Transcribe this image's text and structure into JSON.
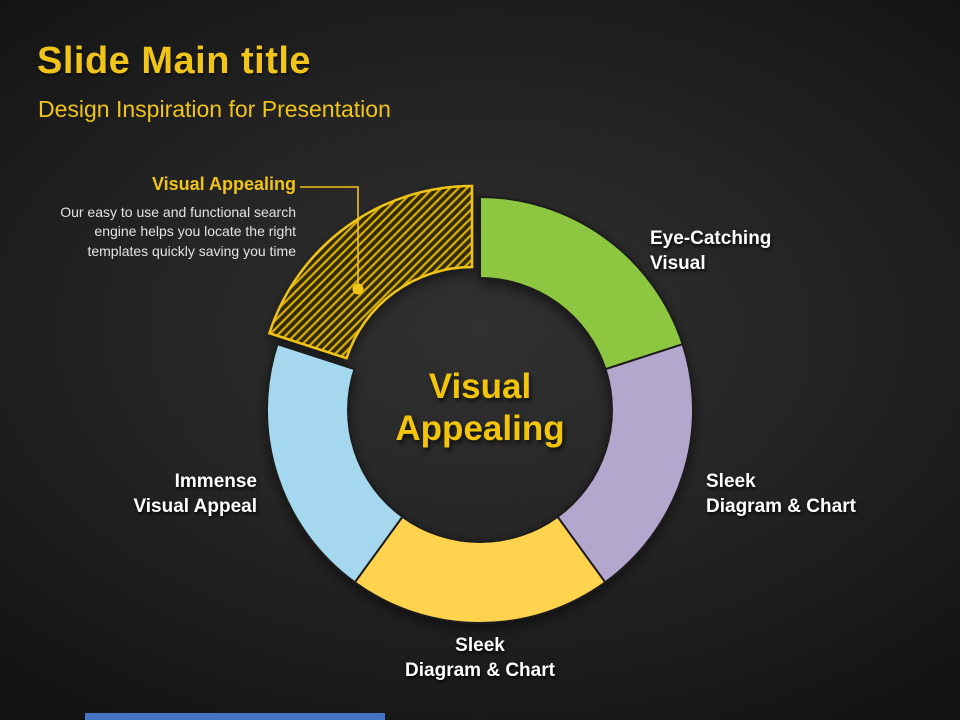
{
  "slide": {
    "title": "Slide Main title",
    "subtitle": "Design Inspiration for Presentation"
  },
  "callout": {
    "heading": "Visual Appealing",
    "body": "Our easy to use and functional search engine helps you locate the right templates quickly saving you time"
  },
  "donut_center": {
    "line1": "Visual",
    "line2": "Appealing"
  },
  "segment_labels": {
    "top_right": {
      "line1": "Eye-Catching",
      "line2": "Visual"
    },
    "right": {
      "line1": "Sleek",
      "line2": "Diagram & Chart"
    },
    "bottom": {
      "line1": "Sleek",
      "line2": "Diagram & Chart"
    },
    "left": {
      "line1": "Immense",
      "line2": "Visual Appeal"
    }
  },
  "colors": {
    "background_dark": "#1c1c1c",
    "accent_yellow": "#f0c419",
    "label_white": "#ffffff",
    "footer_bar_blue": "#4472c4"
  },
  "chart_data": {
    "type": "pie",
    "subtype": "donut",
    "title": "Visual Appealing",
    "legend_position": "none",
    "segments": [
      {
        "label": "Eye-Catching Visual",
        "value": 20,
        "color": "#8dc63f",
        "position": "top-right"
      },
      {
        "label": "Sleek Diagram & Chart",
        "value": 20,
        "color": "#b4a7ce",
        "position": "right"
      },
      {
        "label": "Sleek Diagram & Chart",
        "value": 20,
        "color": "#ffd34d",
        "position": "bottom"
      },
      {
        "label": "Immense Visual Appeal",
        "value": 20,
        "color": "#a5d8ee",
        "position": "left"
      },
      {
        "label": "Visual Appealing",
        "value": 20,
        "color": "#e0b400",
        "style": "diagonal-hatch",
        "exploded": true,
        "highlighted": true,
        "position": "top-left"
      }
    ]
  }
}
